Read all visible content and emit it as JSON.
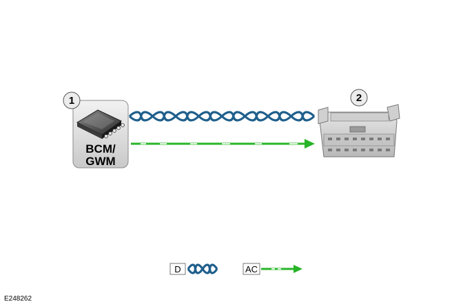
{
  "diagram": {
    "callouts": [
      {
        "number": "1",
        "target": "module"
      },
      {
        "number": "2",
        "target": "connector"
      }
    ],
    "module": {
      "line1": "BCM/",
      "line2": "GWM"
    },
    "legend": [
      {
        "code": "D",
        "style": "twisted-pair"
      },
      {
        "code": "AC",
        "style": "dashed-arrow"
      }
    ],
    "figure_id": "E248262"
  },
  "colors": {
    "twisted_pair": "#1f5f8c",
    "arrow_green": "#28b428",
    "module_fill": "#d8d8d8",
    "callout_fill": "#ececec"
  },
  "icons": {
    "module": "chip-module-icon",
    "connector": "diagnostic-connector-icon"
  }
}
